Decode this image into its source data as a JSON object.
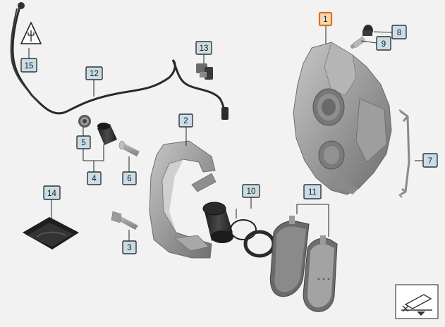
{
  "diagram": {
    "callouts": [
      {
        "id": "c1",
        "label": "1",
        "selected": true
      },
      {
        "id": "c2",
        "label": "2"
      },
      {
        "id": "c3",
        "label": "3"
      },
      {
        "id": "c4",
        "label": "4"
      },
      {
        "id": "c5",
        "label": "5"
      },
      {
        "id": "c6",
        "label": "6"
      },
      {
        "id": "c7",
        "label": "7"
      },
      {
        "id": "c8",
        "label": "8"
      },
      {
        "id": "c9",
        "label": "9"
      },
      {
        "id": "c10",
        "label": "10"
      },
      {
        "id": "c11",
        "label": "11"
      },
      {
        "id": "c12",
        "label": "12"
      },
      {
        "id": "c13",
        "label": "13"
      },
      {
        "id": "c14",
        "label": "14"
      },
      {
        "id": "c15",
        "label": "15"
      }
    ],
    "colors": {
      "background": "#f2f2f2",
      "callout_fill": "#c9dde8",
      "selected_border": "#e0701b",
      "part_metal": "#9a9a9a",
      "part_dark": "#2b2b2b"
    },
    "icons": [
      "warning-electrical-icon",
      "view-orientation-icon"
    ]
  }
}
